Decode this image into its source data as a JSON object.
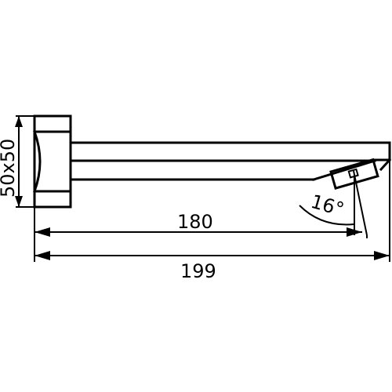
{
  "dimensions": {
    "height_label": "50x50",
    "length_inner_label": "180",
    "length_total_label": "199",
    "angle_label": "16°"
  },
  "colors": {
    "line": "#000000",
    "background": "#ffffff"
  }
}
